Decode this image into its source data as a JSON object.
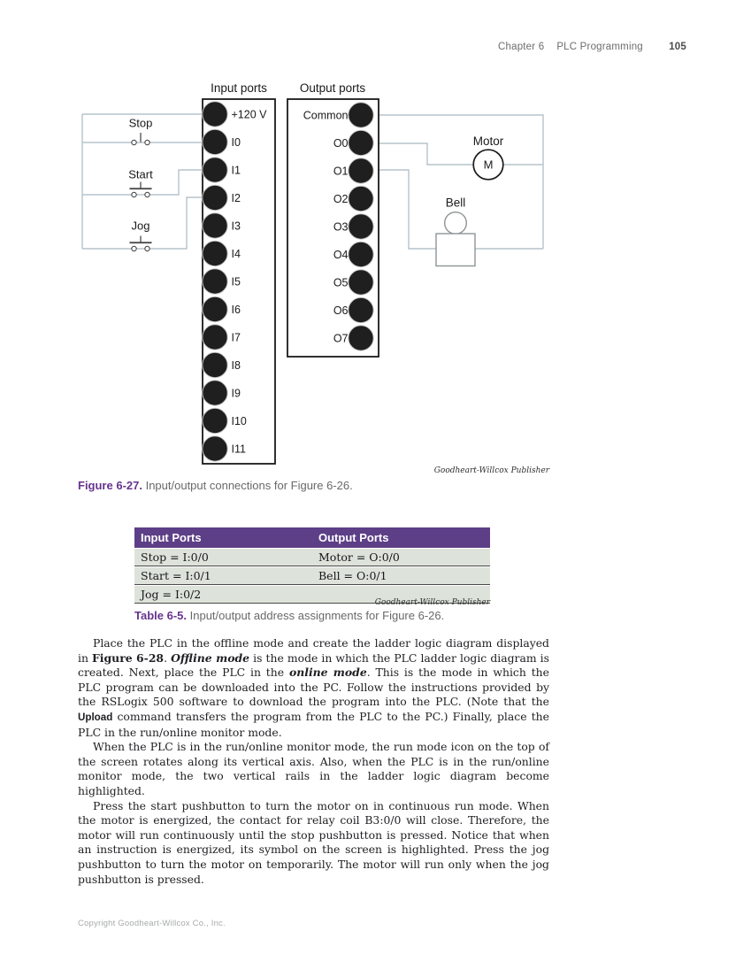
{
  "page_header": {
    "chapter": "Chapter 6",
    "section": "PLC Programming",
    "page_number": "105"
  },
  "figure": {
    "input_column_title": "Input ports",
    "output_column_title": "Output ports",
    "input_ports": [
      "+120 V",
      "I0",
      "I1",
      "I2",
      "I3",
      "I4",
      "I5",
      "I6",
      "I7",
      "I8",
      "I9",
      "I10",
      "I11"
    ],
    "output_ports": [
      "Common",
      "O0",
      "O1",
      "O2",
      "O3",
      "O4",
      "O5",
      "O6",
      "O7"
    ],
    "switches": [
      "Stop",
      "Start",
      "Jog"
    ],
    "motor_label": "Motor",
    "motor_symbol": "M",
    "bell_label": "Bell",
    "credit": "Goodheart-Willcox Publisher",
    "caption_label": "Figure 6-27.",
    "caption_text": " Input/output connections for Figure 6-26."
  },
  "io_table": {
    "headers": [
      "Input Ports",
      "Output Ports"
    ],
    "rows": [
      [
        "Stop = I:0/0",
        "Motor = O:0/0"
      ],
      [
        "Start = I:0/1",
        "Bell = O:0/1"
      ],
      [
        "Jog = I:0/2",
        ""
      ]
    ],
    "credit": "Goodheart-Willcox Publisher",
    "caption_label": "Table 6-5.",
    "caption_text": " Input/output address assignments for Figure 6-26."
  },
  "paragraphs": [
    {
      "segments": [
        {
          "t": "Place the PLC in the offline mode and create the ladder logic diagram displayed in "
        },
        {
          "t": "Figure 6-28",
          "s": "b"
        },
        {
          "t": ". "
        },
        {
          "t": "Offline mode",
          "s": "bi"
        },
        {
          "t": " is the mode in which the PLC ladder logic diagram is created. Next, place the PLC in the "
        },
        {
          "t": "online mode",
          "s": "bi"
        },
        {
          "t": ". This is the mode in which the PLC program can be downloaded into the PC. Follow the instructions provided by the RSLogix 500 software to download the program into the PLC. (Note that the "
        },
        {
          "t": "Upload",
          "s": "sans"
        },
        {
          "t": " command transfers the program from the PLC to the PC.) Finally, place the PLC in the run/online monitor mode."
        }
      ]
    },
    {
      "segments": [
        {
          "t": "When the PLC is in the run/online monitor mode, the run mode icon on the top of the screen rotates along its vertical axis. Also, when the PLC is in the run/online monitor mode, the two vertical rails in the ladder logic diagram become highlighted."
        }
      ]
    },
    {
      "segments": [
        {
          "t": "Press the start pushbutton to turn the motor on in continuous run mode. When the motor is energized, the contact for relay coil B3:0/0 will close. Therefore, the motor will run continuously until the stop pushbutton is pressed. Notice that when an instruction is energized, its symbol on the screen is highlighted. Press the jog pushbutton to turn the motor on temporarily. The motor will run only when the jog pushbutton is pressed."
        }
      ]
    }
  ],
  "page_footer": {
    "copyright": "Copyright Goodheart-Willcox Co., Inc."
  },
  "colors": {
    "accent_purple": "#5d3f87",
    "caption_purple": "#66348f",
    "table_row_bg": "#dde3da",
    "wire": "#b5c3cb",
    "ink": "#1a1a1a",
    "bell_outline": "#8f9496"
  }
}
